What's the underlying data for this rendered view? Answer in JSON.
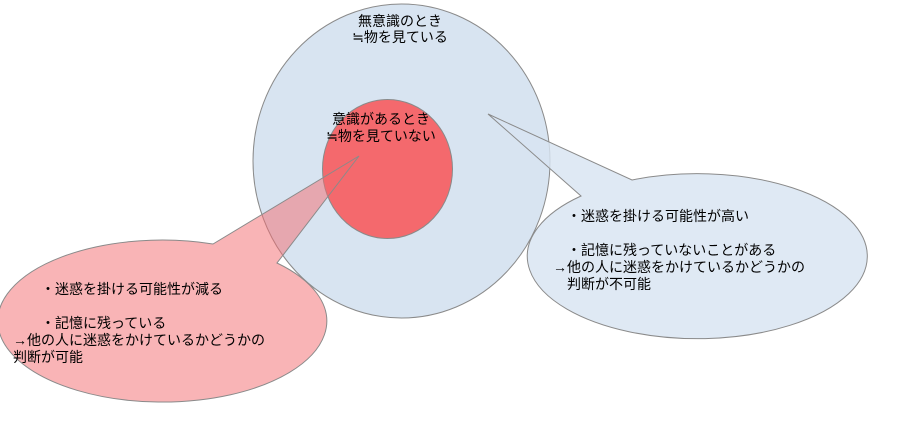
{
  "colors": {
    "background": "#ffffff",
    "border": "#8a8a8a",
    "text": "#000000",
    "outer_circle_fill": "#d8e4f1",
    "inner_circle_fill": "#f4696d",
    "left_callout_fill": "rgba(244,105,109,0.5)",
    "right_callout_fill": "rgba(216,228,241,0.82)"
  },
  "outer_circle": {
    "label_lines": [
      "無意識のとき",
      "≒物を見ている"
    ]
  },
  "inner_circle": {
    "label_lines": [
      "意識があるとき",
      "≒物を見ていない"
    ]
  },
  "left_callout": {
    "lines": [
      "　　・迷惑を掛ける可能性が減る",
      "",
      "　　・記憶に残っている",
      "→他の人に迷惑をかけているかどうかの",
      "判断が可能"
    ]
  },
  "right_callout": {
    "lines": [
      "　・迷惑を掛ける可能性が高い",
      "",
      "　・記憶に残っていないことがある",
      "→他の人に迷惑をかけているかどうかの",
      "　判断が不可能"
    ]
  }
}
